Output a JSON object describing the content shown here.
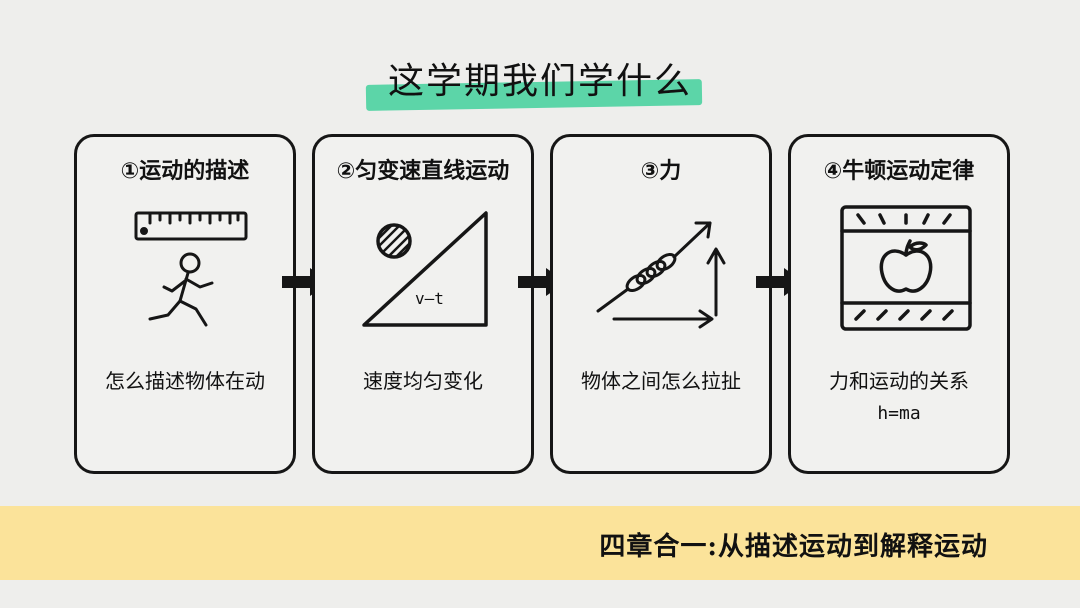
{
  "title": "这学期我们学什么",
  "cards": [
    {
      "title": "①运动的描述",
      "description": "怎么描述物体在动",
      "formula": ""
    },
    {
      "title": "②匀变速直线运动",
      "description": "速度均匀变化",
      "formula": "",
      "icon_label": "v–t"
    },
    {
      "title": "③力",
      "description": "物体之间怎么拉扯",
      "formula": ""
    },
    {
      "title": "④牛顿运动定律",
      "description": "力和运动的关系",
      "formula": "h=ma"
    }
  ],
  "summary": "四章合一:从描述运动到解释运动",
  "icons": [
    "ruler-runner-icon",
    "triangle-ball-icon",
    "spring-vectors-icon",
    "apple-window-icon",
    "right-arrow-icon"
  ],
  "colors": {
    "background": "#eeeeec",
    "highlight": "#4fd3a2",
    "bottom_band": "#fbe39a",
    "ink": "#161616"
  }
}
